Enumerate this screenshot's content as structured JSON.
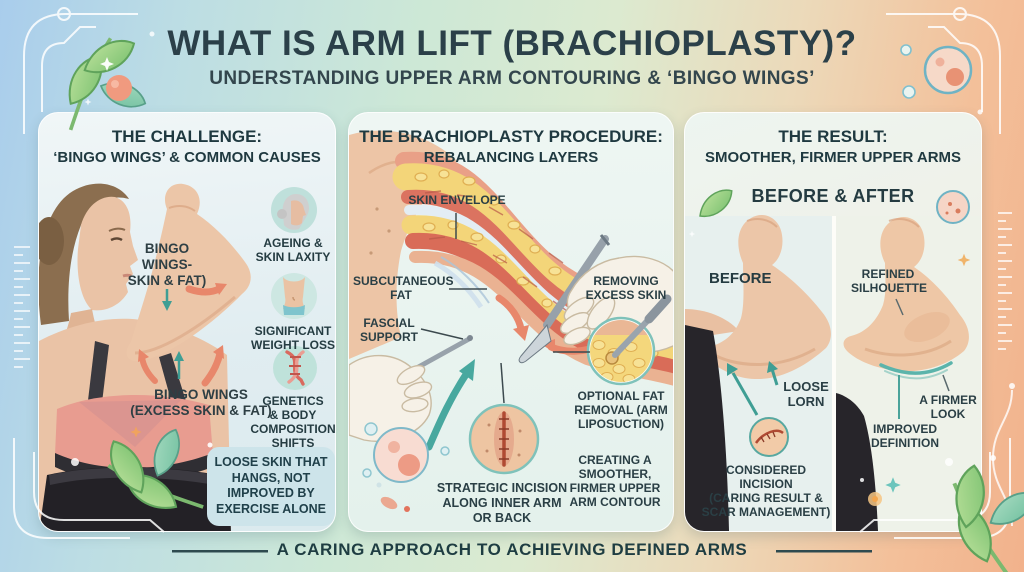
{
  "header": {
    "title": "WHAT IS ARM LIFT (BRACHIOPLASTY)?",
    "subtitle": "UNDERSTANDING UPPER ARM CONTOURING & ‘BINGO WINGS’"
  },
  "panels": {
    "challenge": {
      "title": [
        "THE CHALLENGE:",
        "‘BINGO WINGS’ & COMMON CAUSES"
      ],
      "annotation_top": [
        "BINGO",
        "WINGS-",
        "SKIN & FAT)"
      ],
      "annotation_bottom": [
        "BINGO WINGS",
        "(EXCESS SKIN & FAT)"
      ],
      "causes": [
        {
          "icon": "ageing-face-icon",
          "label": [
            "AGEING &",
            "SKIN LAXITY"
          ]
        },
        {
          "icon": "weight-loss-torso-icon",
          "label": [
            "SIGNIFICANT",
            "WEIGHT LOSS"
          ]
        },
        {
          "icon": "dna-icon",
          "label": [
            "GENETICS",
            "& BODY",
            "COMPOSITION",
            "SHIFTS"
          ]
        }
      ],
      "callout": [
        "LOOSE SKIN THAT",
        "HANGS, NOT",
        "IMPROVED BY",
        "EXERCISE ALONE"
      ]
    },
    "procedure": {
      "title": [
        "THE BRACHIOPLASTY PROCEDURE:",
        "REBALANCING LAYERS"
      ],
      "labels": {
        "skin_envelope": "SKIN ENVELOPE",
        "subcutaneous_fat": [
          "SUBCUTANEOUS",
          "FAT"
        ],
        "fascial_support": [
          "FASCIAL",
          "SUPPORT"
        ],
        "removing_excess_skin": [
          "REMOVING",
          "EXCESS SKIN"
        ],
        "optional_fat_removal": [
          "OPTIONAL FAT",
          "REMOVAL (ARM",
          "LIPOSUCTION)"
        ],
        "strategic_incision": [
          "STRATEGIC INCISION",
          "ALONG INNER ARM",
          "OR BACK"
        ],
        "creating_contour": [
          "CREATING A",
          "SMOOTHER,",
          "FIRMER UPPER",
          "ARM CONTOUR"
        ]
      }
    },
    "result": {
      "title": [
        "THE RESULT:",
        "SMOOTHER, FIRMER UPPER ARMS"
      ],
      "subheading": "BEFORE & AFTER",
      "before_label": "BEFORE",
      "refined_silhouette": [
        "REFINED",
        "SILHOUETTE"
      ],
      "loose_worn": [
        "LOOSE",
        "LORN"
      ],
      "considered_incision": [
        "CONSIDERED",
        "INCISION",
        "(CARING RESULT &",
        "SCAR MANAGEMENT)"
      ],
      "improved_definition": [
        "IMPROVED",
        "DEFINITION"
      ],
      "firmer_look": [
        "A FIRMER",
        "LOOK"
      ]
    }
  },
  "footer": {
    "tagline": "A CARING APPROACH TO ACHIEVING DEFINED ARMS"
  },
  "colors": {
    "accent_teal": "#48a89f",
    "accent_salmon": "#e8876b",
    "heading": "#2b4049",
    "panel_text": "#2a3f45"
  }
}
